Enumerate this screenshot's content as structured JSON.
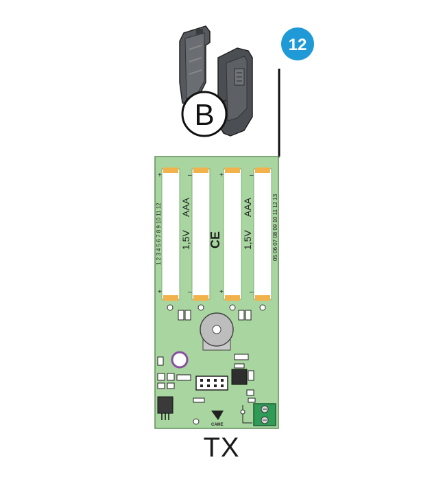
{
  "step": {
    "number": "12",
    "badge_color": "#1f9ad6"
  },
  "callout": {
    "letter": "B"
  },
  "board": {
    "label": "TX",
    "pcb_color": "#a8d5a0",
    "battery_spec": [
      "1,5V",
      "AAA"
    ],
    "mark": "CE",
    "left_numbers": "1 2 3 4 5 6 7 8 9 10 11 12",
    "right_numbers": "05 06 07 08 09 10 11 12 13",
    "brand": "CAME"
  }
}
